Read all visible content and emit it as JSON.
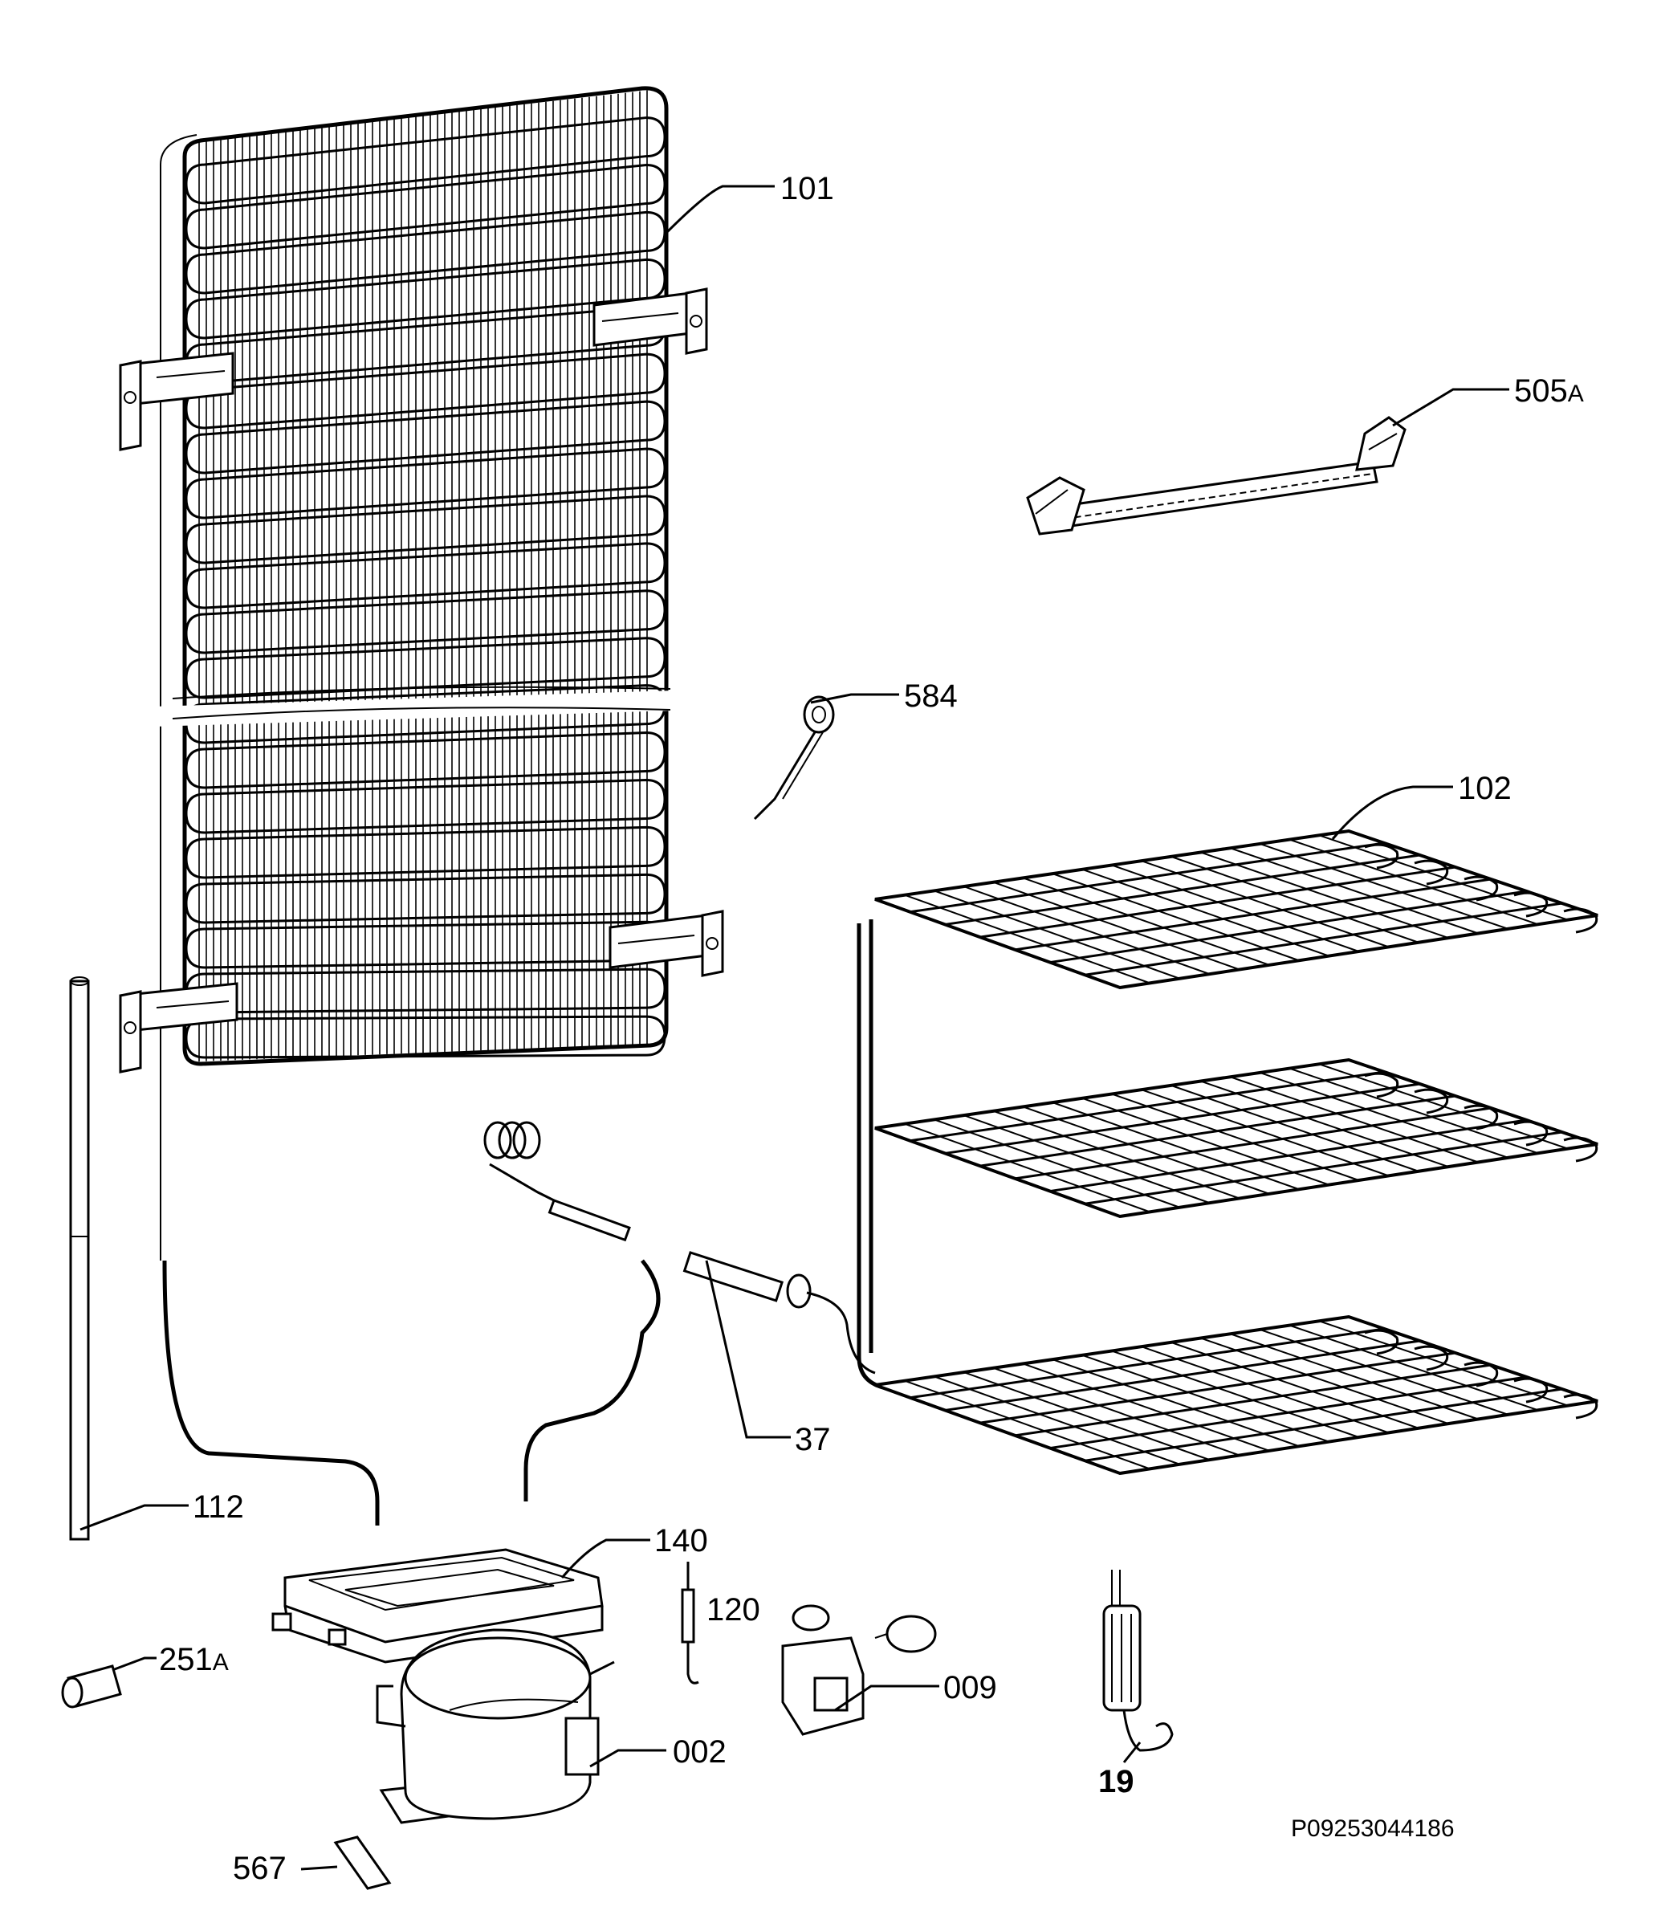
{
  "diagram": {
    "part_labels": {
      "p101": "101",
      "p505": "505",
      "p505_suffix": "A",
      "p584": "584",
      "p102": "102",
      "p37": "37",
      "p112": "112",
      "p140": "140",
      "p120": "120",
      "p251": "251",
      "p251_suffix": "A",
      "p009": "009",
      "p002": "002",
      "p19": "19",
      "p567": "567"
    },
    "drawing_code": "P09253044186"
  }
}
